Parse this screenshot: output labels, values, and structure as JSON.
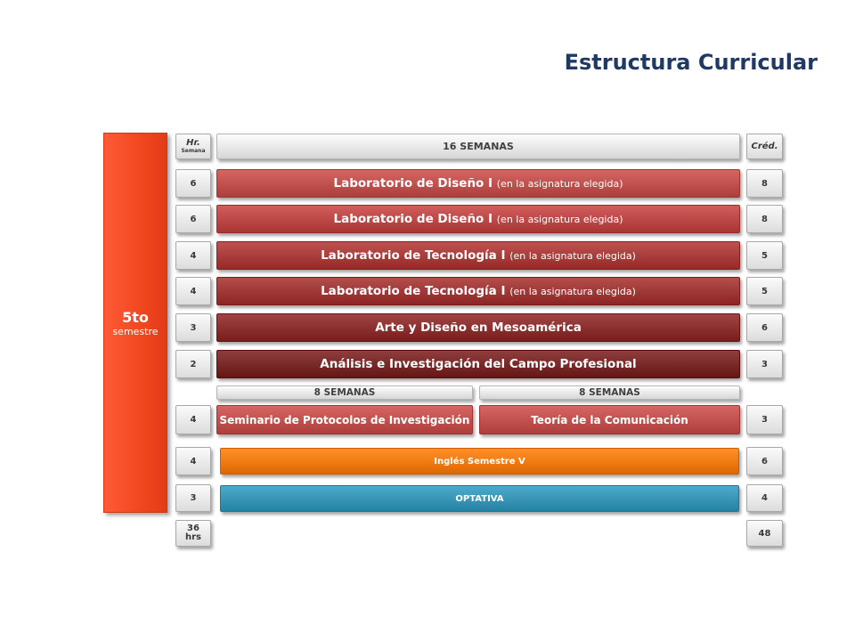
{
  "title": "Estructura Curricular",
  "semester": {
    "main": "5to",
    "sub": "semestre"
  },
  "header": {
    "hours_label": "Hr.",
    "hours_sub": "Semana",
    "weeks_label": "16 SEMANAS",
    "credits_label": "Créd."
  },
  "rows": [
    {
      "hours": "6",
      "name": "Laboratorio de Diseño I",
      "note": "(en la asignatura elegida)",
      "credits": "8",
      "color": "#c0504d"
    },
    {
      "hours": "6",
      "name": "Laboratorio de Diseño I",
      "note": "(en la asignatura elegida)",
      "credits": "8",
      "color": "#bb4846"
    },
    {
      "hours": "4",
      "name": "Laboratorio de Tecnología I",
      "note": "(en la asignatura elegida)",
      "credits": "5",
      "color": "#a83c3a"
    },
    {
      "hours": "4",
      "name": "Laboratorio de Tecnología I",
      "note": "(en la asignatura elegida)",
      "credits": "5",
      "color": "#9e3836"
    },
    {
      "hours": "3",
      "name": "Arte y Diseño en Mesoamérica",
      "credits": "6",
      "color": "#8a2f2d"
    },
    {
      "hours": "2",
      "name": "Análisis e Investigación del Campo Profesional",
      "credits": "3",
      "color": "#782826"
    }
  ],
  "split": {
    "left_weeks": "8 SEMANAS",
    "right_weeks": "8 SEMANAS",
    "hours": "4",
    "left_name": "Seminario de Protocolos de Investigación",
    "right_name": "Teoría de la Comunicación",
    "credits": "3",
    "color": "#c0504d"
  },
  "english": {
    "hours": "4",
    "name": "Inglés Semestre V",
    "credits": "6",
    "color": "#ef7a12"
  },
  "optativa": {
    "hours": "3",
    "name": "OPTATIVA",
    "credits": "4",
    "color": "#3794b5"
  },
  "totals": {
    "hours_top": "36",
    "hours_bottom": "hrs",
    "credits": "48"
  }
}
